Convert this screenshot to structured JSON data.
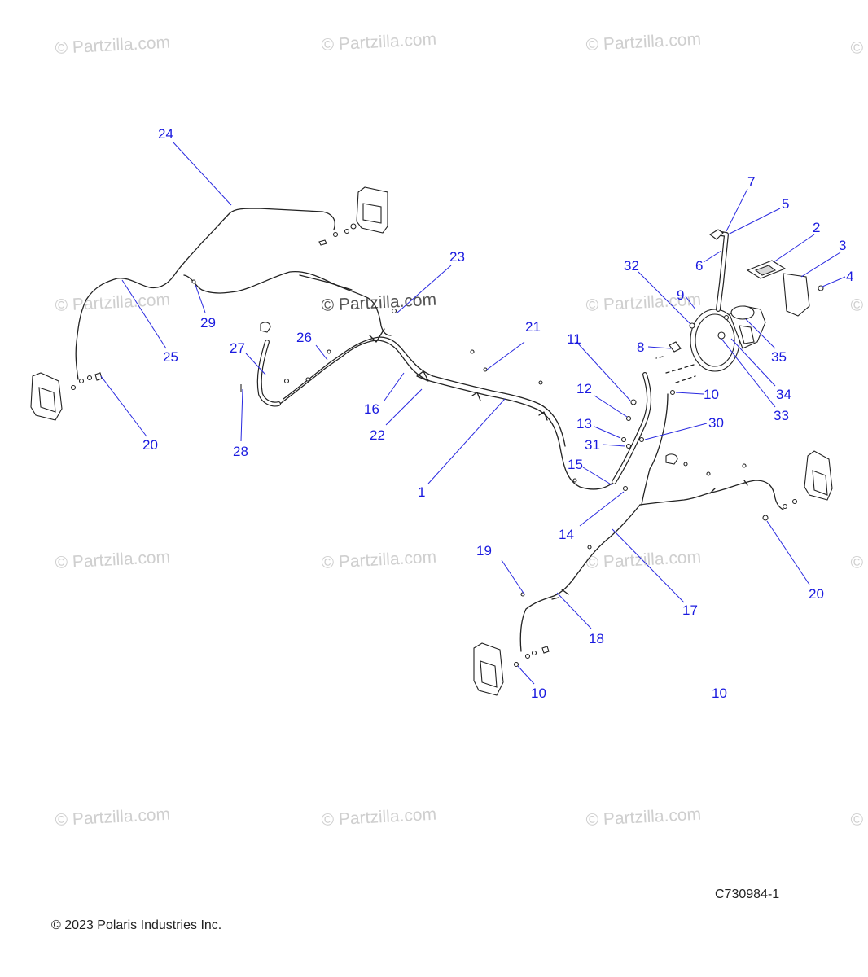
{
  "watermark": {
    "text": "© Partzilla.com"
  },
  "callouts": [
    "1",
    "2",
    "3",
    "4",
    "5",
    "6",
    "7",
    "8",
    "9",
    "10",
    "10",
    "10",
    "11",
    "12",
    "13",
    "14",
    "15",
    "16",
    "17",
    "18",
    "19",
    "20",
    "20",
    "21",
    "22",
    "23",
    "24",
    "25",
    "26",
    "27",
    "28",
    "29",
    "30",
    "31",
    "32",
    "33",
    "34",
    "35"
  ],
  "footer": {
    "drawing_number": "C730984-1",
    "copyright": "© 2023 Polaris Industries Inc."
  }
}
